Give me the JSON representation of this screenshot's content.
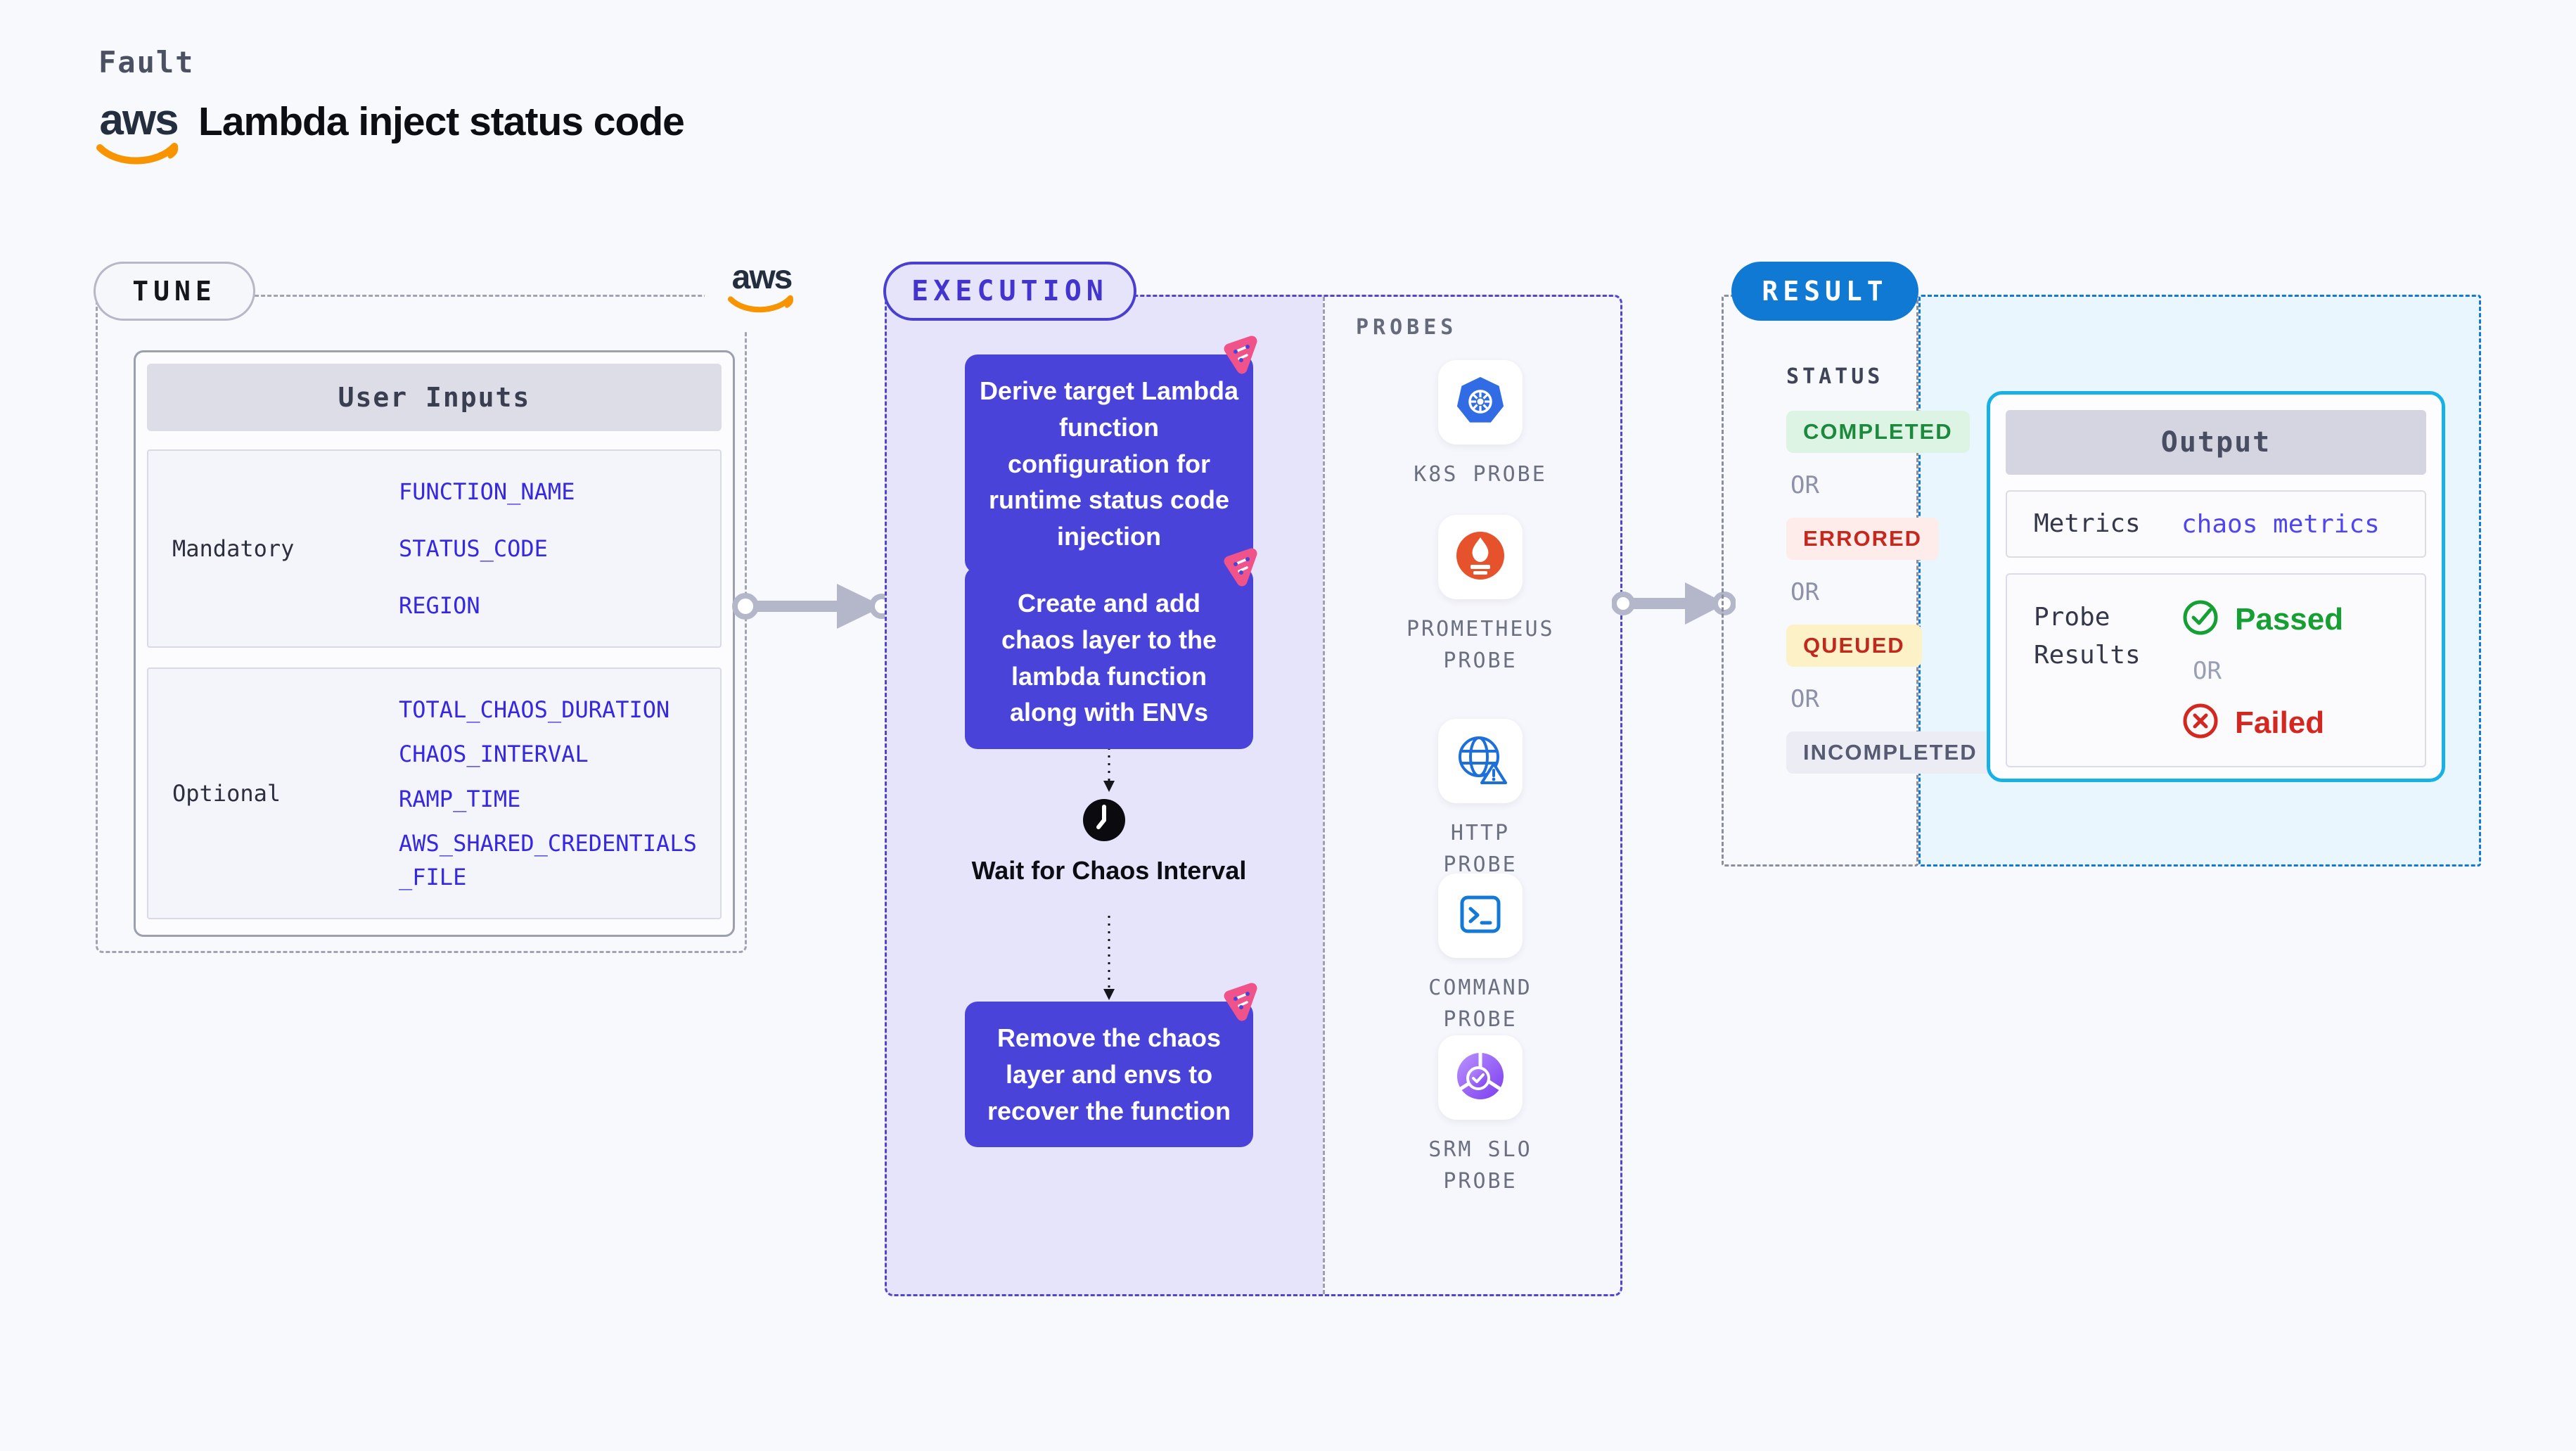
{
  "header": {
    "eyebrow": "Fault",
    "title": "Lambda inject status code",
    "aws_logo": "aws"
  },
  "tune": {
    "pill": "TUNE",
    "aws_logo": "aws",
    "card": {
      "header": "User Inputs",
      "groups": [
        {
          "label": "Mandatory",
          "values": [
            "FUNCTION_NAME",
            "STATUS_CODE",
            "REGION"
          ]
        },
        {
          "label": "Optional",
          "values": [
            "TOTAL_CHAOS_DURATION",
            "CHAOS_INTERVAL",
            "RAMP_TIME",
            "AWS_SHARED_CREDENTIALS_FILE"
          ]
        }
      ]
    }
  },
  "execution": {
    "pill": "EXECUTION",
    "steps": [
      {
        "text": "Derive target Lambda function configuration for runtime status code injection"
      },
      {
        "text": "Create and add chaos layer to the lambda function along with ENVs"
      },
      {
        "text": "Remove the chaos layer and envs to recover the function"
      }
    ],
    "wait_label": "Wait for Chaos Interval",
    "probes": {
      "heading": "PROBES",
      "items": [
        {
          "label": "K8S PROBE",
          "icon": "kubernetes-icon"
        },
        {
          "label": "PROMETHEUS PROBE",
          "icon": "prometheus-icon"
        },
        {
          "label": "HTTP PROBE",
          "icon": "http-globe-icon"
        },
        {
          "label": "COMMAND PROBE",
          "icon": "terminal-icon"
        },
        {
          "label": "SRM SLO PROBE",
          "icon": "srm-slo-icon"
        }
      ]
    }
  },
  "result": {
    "pill": "RESULT",
    "status": {
      "heading": "STATUS",
      "or": "OR",
      "badges": [
        {
          "label": "COMPLETED"
        },
        {
          "label": "ERRORED"
        },
        {
          "label": "QUEUED"
        },
        {
          "label": "INCOMPLETED"
        }
      ]
    },
    "output": {
      "header": "Output",
      "metrics_label": "Metrics",
      "metrics_value": "chaos metrics",
      "probe_results_label": "Probe Results",
      "passed": "Passed",
      "or": "OR",
      "failed": "Failed"
    }
  },
  "colors": {
    "step_indigo": "#4a43da",
    "execution_bg": "#e5e4fa",
    "execution_border": "#4f46cb",
    "chaos_pink": "#f0538a",
    "result_pill_blue": "#1079d3",
    "output_border_cyan": "#17b1e5",
    "result_bg": "#e9f6fd",
    "input_value_blue": "#3528e0",
    "metrics_value_indigo": "#4f46f0",
    "passed_green": "#16a034",
    "failed_red": "#d3271f",
    "arrow_gray": "#b4b6ca",
    "aws_orange": "#f79400"
  }
}
